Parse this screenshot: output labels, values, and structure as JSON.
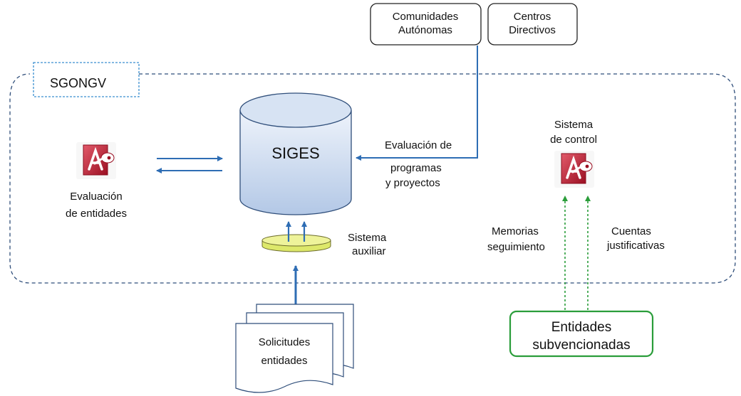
{
  "system": {
    "name": "SGONGV"
  },
  "top_boxes": [
    {
      "line1": "Comunidades",
      "line2": "Autónomas"
    },
    {
      "line1": "Centros",
      "line2": "Directivos"
    }
  ],
  "database": {
    "label": "SIGES"
  },
  "evaluation_input": {
    "line1": "Evaluación de",
    "line2": "programas",
    "line3": "y proyectos"
  },
  "entity_evaluation": {
    "line1": "Evaluación",
    "line2": "de entidades",
    "icon": "access-icon"
  },
  "control_system": {
    "line1": "Sistema",
    "line2": "de control",
    "icon": "access-icon"
  },
  "auxiliary_system": {
    "line1": "Sistema",
    "line2": "auxiliar"
  },
  "requests": {
    "line1": "Solicitudes",
    "line2": "entidades"
  },
  "follow_up": {
    "line1": "Memorias",
    "line2": "seguimiento"
  },
  "accounts": {
    "line1": "Cuentas",
    "line2": "justificativas"
  },
  "subsidized": {
    "line1": "Entidades",
    "line2": "subvencionadas"
  },
  "colors": {
    "flow_arrow": "#2e6db4",
    "dashed_border": "#2f4e7a",
    "green": "#2a9d3a",
    "db_fill": "#c9d9ee",
    "aux_fill": "#e6ef80",
    "access_red": "#b5172d"
  }
}
